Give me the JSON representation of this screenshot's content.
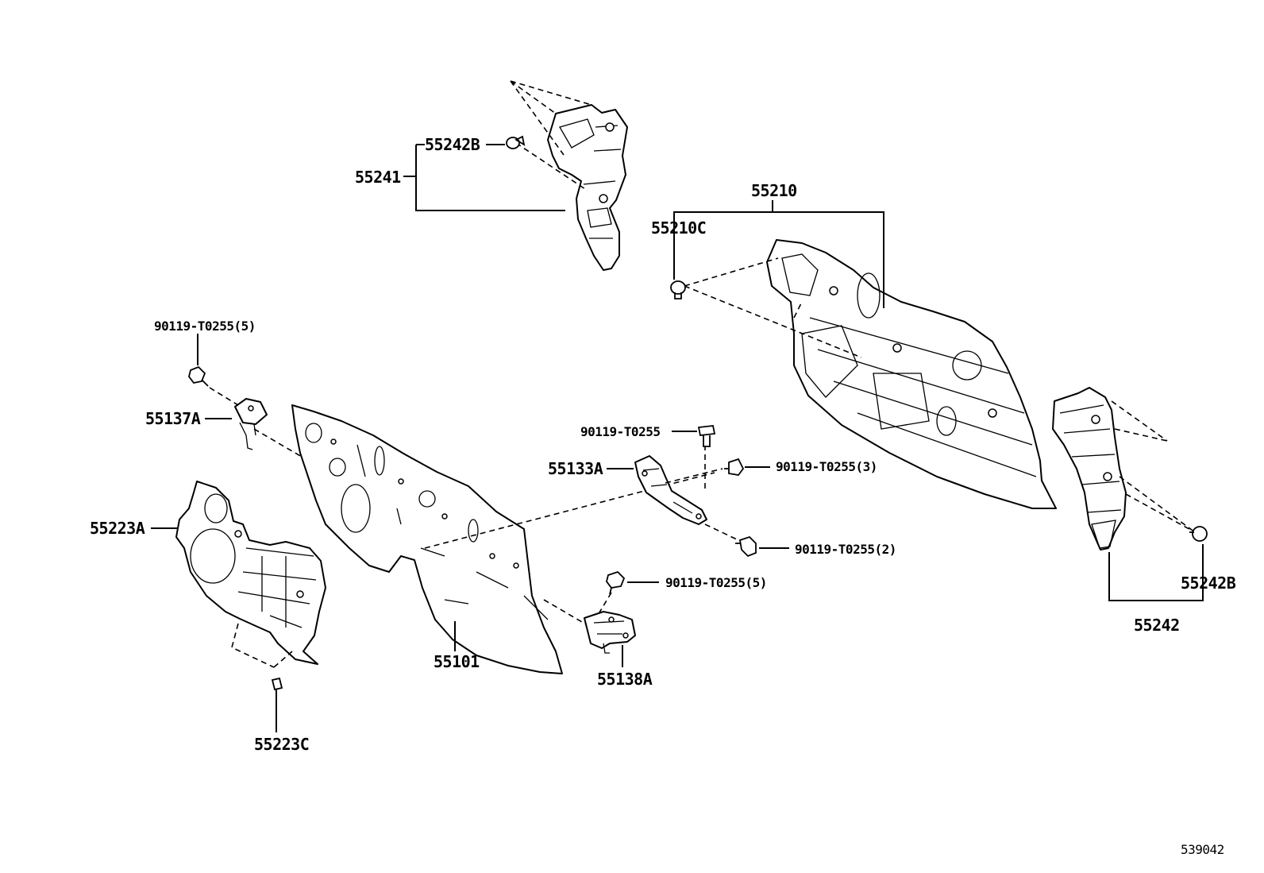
{
  "diagram_id": "539042",
  "labels": {
    "p55241": "55241",
    "p55242B_top": "55242B",
    "p55210": "55210",
    "p55210C": "55210C",
    "p90119_a": "90119-T0255(5)",
    "p55137A": "55137A",
    "p90119_b": "90119-T0255",
    "p55133A": "55133A",
    "p90119_c": "90119-T0255(3)",
    "p55223A": "55223A",
    "p90119_d": "90119-T0255(2)",
    "p90119_e": "90119-T0255(5)",
    "p55242B_right": "55242B",
    "p55101": "55101",
    "p55242": "55242",
    "p55138A": "55138A",
    "p55223C": "55223C"
  }
}
